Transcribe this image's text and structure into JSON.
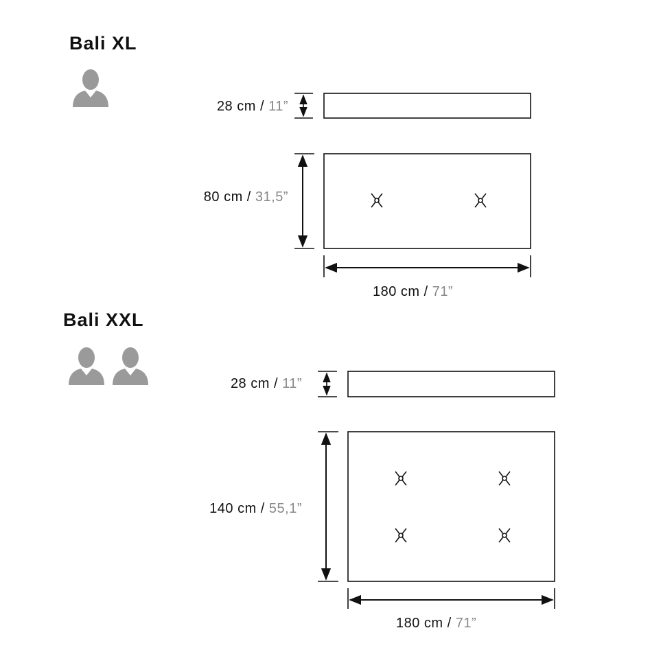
{
  "products": [
    {
      "name": "Bali XL",
      "persons": 1,
      "thickness": {
        "cm": "28 cm / ",
        "inch": "11”"
      },
      "height": {
        "cm": "80 cm / ",
        "inch": "31,5”"
      },
      "width": {
        "cm": "180 cm / ",
        "inch": "71”"
      }
    },
    {
      "name": "Bali XXL",
      "persons": 2,
      "thickness": {
        "cm": "28 cm / ",
        "inch": "11”"
      },
      "height": {
        "cm": "140 cm / ",
        "inch": "55,1”"
      },
      "width": {
        "cm": "180 cm / ",
        "inch": "71”"
      }
    }
  ],
  "colors": {
    "line": "#111111",
    "person": "#9a9a9a",
    "inch_text": "#888888"
  },
  "icons": {
    "person": "person-silhouette-icon",
    "tuft": "tuft-button-icon"
  }
}
